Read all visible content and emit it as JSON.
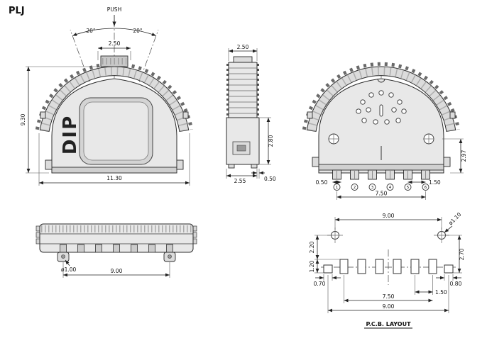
{
  "title": "PLJ",
  "front_view": {
    "push_label": "PUSH",
    "angle_left": "20°",
    "angle_right": "20°",
    "dim_actuator_width": "2.50",
    "dim_height": "9.30",
    "dim_width": "11.30",
    "body_label": "DIP"
  },
  "side_view": {
    "dim_width": "2.50",
    "dim_body_height": "2.80",
    "dim_depth": "2.55",
    "dim_offset": "0.50"
  },
  "rear_view": {
    "dim_height": "2.97",
    "dim_pin_width": "0.50",
    "dim_pin_span": "7.50",
    "dim_pin_pitch": "1.50",
    "pins": [
      "1",
      "2",
      "3",
      "4",
      "5",
      "6"
    ]
  },
  "bottom_view": {
    "dim_boss_dia": "ø1.00",
    "dim_boss_span": "9.00"
  },
  "pcb_layout": {
    "title": "P.C.B. LAYOUT",
    "dim_hole_span": "9.00",
    "dim_hole_dia": "ø1.10",
    "dim_hole_to_pads": "2.20",
    "dim_left_pad_offset": "1.20",
    "dim_left_pad_width": "0.70",
    "dim_right_offset": "2.70",
    "dim_right_pad_width": "0.80",
    "dim_pad_pitch": "1.50",
    "dim_pad_span": "7.50",
    "dim_total_width": "9.00"
  }
}
